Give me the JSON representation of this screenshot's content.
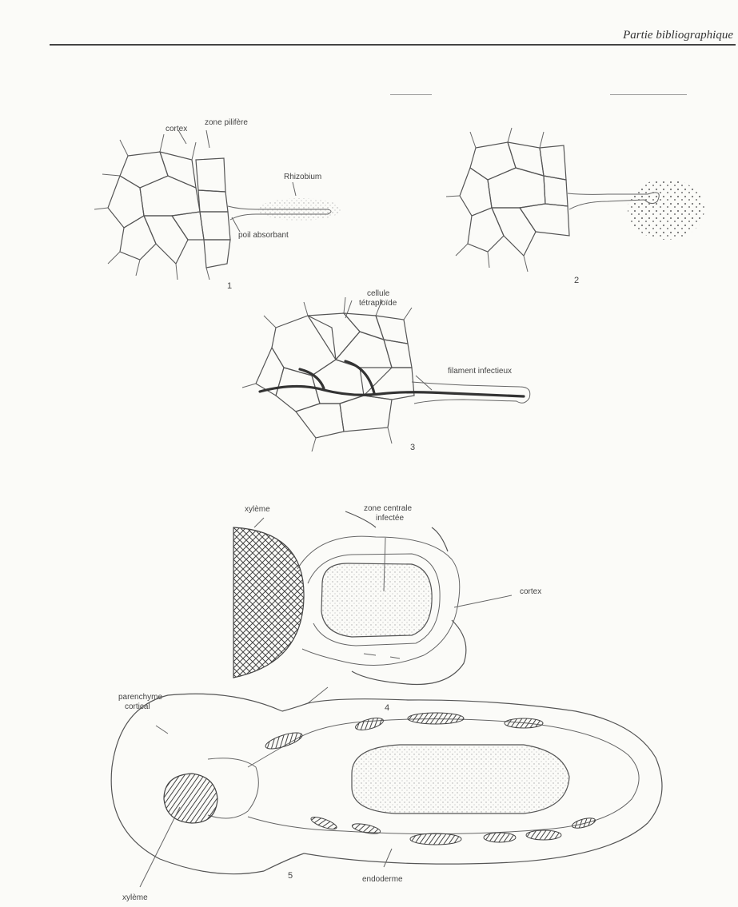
{
  "header": {
    "title": "Partie bibliographique"
  },
  "figures": {
    "f1": {
      "number": "1",
      "labels": {
        "cortex": "cortex",
        "zone_pilifere": "zone pilifère",
        "rhizobium": "Rhizobium",
        "poil_absorbant": "poil absorbant"
      }
    },
    "f2": {
      "number": "2"
    },
    "f3": {
      "number": "3",
      "labels": {
        "cellule_tetraploide_1": "cellule",
        "cellule_tetraploide_2": "tétraploïde",
        "filament_infectieux": "filament infectieux"
      }
    },
    "f4": {
      "number": "4",
      "labels": {
        "xyleme": "xylème",
        "zone_centrale_1": "zone centrale",
        "zone_centrale_2": "infectée",
        "cortex": "cortex"
      }
    },
    "f5": {
      "number": "5",
      "labels": {
        "parenchyme_1": "parenchyme",
        "parenchyme_2": "cortical",
        "xyleme": "xylème",
        "endoderme": "endoderme"
      }
    }
  }
}
